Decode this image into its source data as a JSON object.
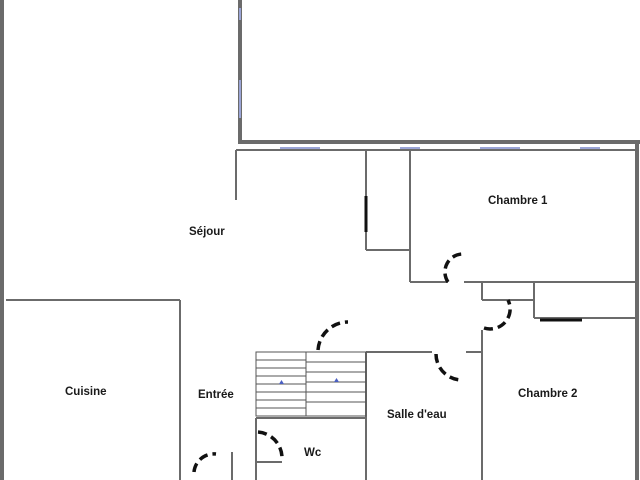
{
  "rooms": {
    "sejour": "Séjour",
    "chambre1": "Chambre 1",
    "cuisine": "Cuisine",
    "entree": "Entrée",
    "chambre2": "Chambre 2",
    "salle_deau": "Salle d'eau",
    "wc": "Wc"
  },
  "colors": {
    "wall": "#6b6b6b",
    "door": "#111111",
    "window": "#9aa4d6",
    "stair": "#555555",
    "stair_marker": "#4a5fc1"
  }
}
